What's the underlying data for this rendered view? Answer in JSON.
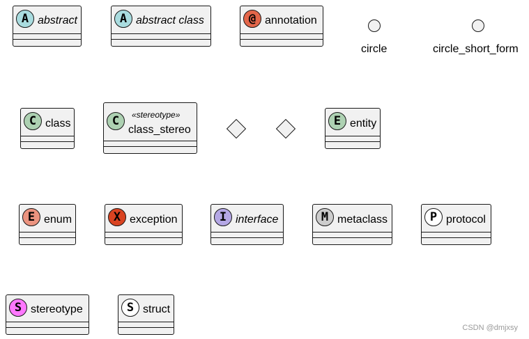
{
  "diagram": {
    "elements": [
      {
        "id": "abstract",
        "badge_letter": "A",
        "badge_color": "#a9dcdf",
        "label": "abstract",
        "italic": true
      },
      {
        "id": "abstract-class",
        "badge_letter": "A",
        "badge_color": "#a9dcdf",
        "label": "abstract class",
        "italic": true
      },
      {
        "id": "annotation",
        "badge_letter": "@",
        "badge_color": "#e3664a",
        "label": "annotation",
        "italic": false
      },
      {
        "id": "circle",
        "label": "circle"
      },
      {
        "id": "circle-short-form",
        "label": "circle_short_form"
      },
      {
        "id": "class",
        "badge_letter": "C",
        "badge_color": "#add1b2",
        "label": "class",
        "italic": false
      },
      {
        "id": "class-stereo",
        "badge_letter": "C",
        "badge_color": "#add1b2",
        "label": "class_stereo",
        "stereotype": "«stereotype»",
        "italic": false
      },
      {
        "id": "diamond-1"
      },
      {
        "id": "diamond-2"
      },
      {
        "id": "entity",
        "badge_letter": "E",
        "badge_color": "#add1b2",
        "label": "entity",
        "italic": false
      },
      {
        "id": "enum",
        "badge_letter": "E",
        "badge_color": "#eb937f",
        "label": "enum",
        "italic": false
      },
      {
        "id": "exception",
        "badge_letter": "X",
        "badge_color": "#d94321",
        "label": "exception",
        "italic": false
      },
      {
        "id": "interface",
        "badge_letter": "I",
        "badge_color": "#b4a7e5",
        "label": "interface",
        "italic": true
      },
      {
        "id": "metaclass",
        "badge_letter": "M",
        "badge_color": "#cccccc",
        "label": "metaclass",
        "italic": false
      },
      {
        "id": "protocol",
        "badge_letter": "P",
        "badge_color": "#ffffff",
        "label": "protocol",
        "italic": false
      },
      {
        "id": "stereotype",
        "badge_letter": "S",
        "badge_color": "#ff77ff",
        "label": "stereotype",
        "italic": false
      },
      {
        "id": "struct",
        "badge_letter": "S",
        "badge_color": "#ffffff",
        "label": "struct",
        "italic": false
      }
    ]
  },
  "watermark": "CSDN @dmjxsy"
}
